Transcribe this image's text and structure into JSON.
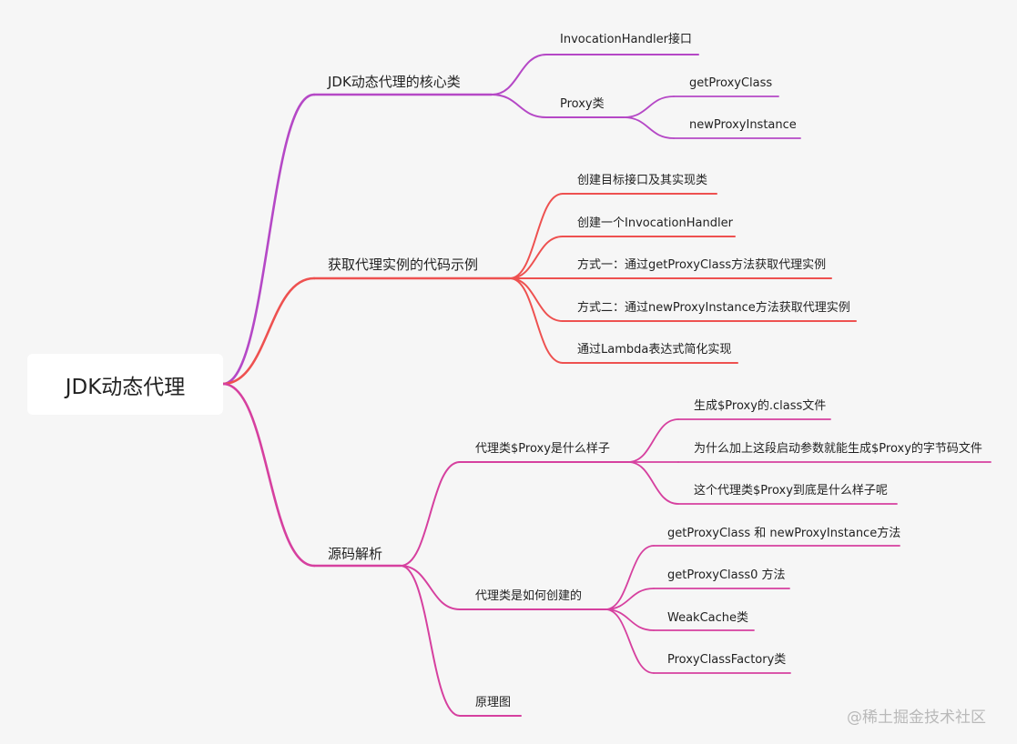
{
  "root": {
    "label": "JDK动态代理"
  },
  "colors": {
    "purple": "#b548c6",
    "red": "#ee5150",
    "pink": "#d6409f"
  },
  "branches": [
    {
      "label": "JDK动态代理的核心类",
      "color": "#b548c6",
      "children": [
        {
          "label": "InvocationHandler接口",
          "children": []
        },
        {
          "label": "Proxy类",
          "children": [
            {
              "label": "getProxyClass"
            },
            {
              "label": "newProxyInstance"
            }
          ]
        }
      ]
    },
    {
      "label": "获取代理实例的代码示例",
      "color": "#ee5150",
      "children": [
        {
          "label": "创建目标接口及其实现类",
          "children": []
        },
        {
          "label": "创建一个InvocationHandler",
          "children": []
        },
        {
          "label": "方式一：通过getProxyClass方法获取代理实例",
          "children": []
        },
        {
          "label": "方式二：通过newProxyInstance方法获取代理实例",
          "children": []
        },
        {
          "label": "通过Lambda表达式简化实现",
          "children": []
        }
      ]
    },
    {
      "label": "源码解析",
      "color": "#d6409f",
      "children": [
        {
          "label": "代理类$Proxy是什么样子",
          "children": [
            {
              "label": "生成$Proxy的.class文件"
            },
            {
              "label": "为什么加上这段启动参数就能生成$Proxy的字节码文件"
            },
            {
              "label": "这个代理类$Proxy到底是什么样子呢"
            }
          ]
        },
        {
          "label": "代理类是如何创建的",
          "children": [
            {
              "label": "getProxyClass 和 newProxyInstance方法"
            },
            {
              "label": "getProxyClass0 方法"
            },
            {
              "label": "WeakCache类"
            },
            {
              "label": "ProxyClassFactory类"
            }
          ]
        },
        {
          "label": "原理图",
          "children": []
        }
      ]
    }
  ],
  "watermark": "@稀土掘金技术社区"
}
